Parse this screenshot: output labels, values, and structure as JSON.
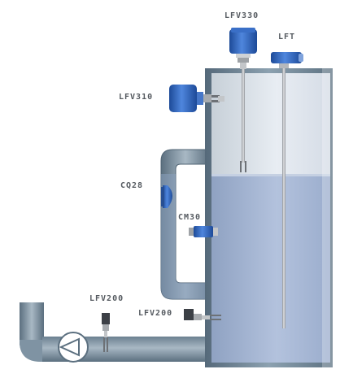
{
  "labels": {
    "lfv330": "LFV330",
    "lft": "LFT",
    "lfv310": "LFV310",
    "cq28": "CQ28",
    "cm30": "CM30",
    "lfv200_pipe": "LFV200",
    "lfv200_tank": "LFV200"
  },
  "colors": {
    "tank_wall": "#6f8797",
    "tank_air": "#dbe2ec",
    "liquid": "#9aaed0",
    "pipe": "#7a8fa0",
    "sensor_blue": "#2a5fb8",
    "metal": "#b9bcc0"
  },
  "icons": [
    "pump-icon"
  ]
}
